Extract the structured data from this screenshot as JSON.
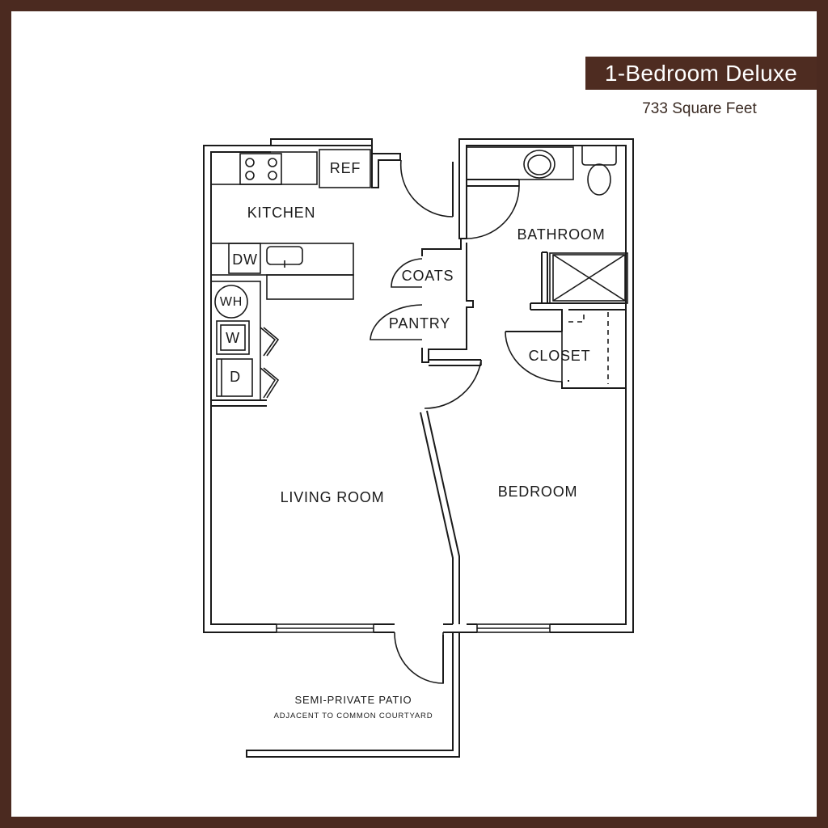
{
  "header": {
    "title": "1-Bedroom Deluxe",
    "square_feet": "733 Square Feet"
  },
  "rooms": {
    "kitchen": "KITCHEN",
    "ref": "REF",
    "dw": "DW",
    "wh": "WH",
    "w": "W",
    "d": "D",
    "coats": "COATS",
    "pantry": "PANTRY",
    "bathroom": "BATHROOM",
    "closet": "CLOSET",
    "living_room": "LIVING ROOM",
    "bedroom": "BEDROOM",
    "patio": "SEMI-PRIVATE PATIO",
    "patio_note": "ADJACENT TO COMMON COURTYARD"
  },
  "colors": {
    "frame": "#4b2a20",
    "title_bg": "#4e2c21"
  }
}
